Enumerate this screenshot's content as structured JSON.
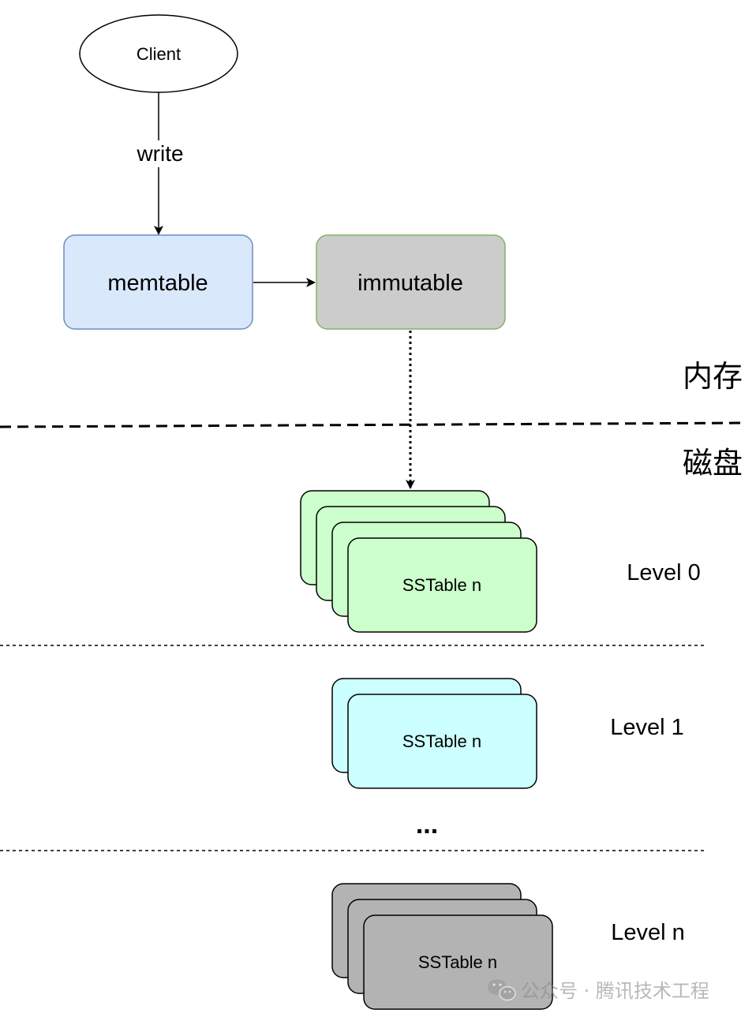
{
  "client": {
    "label": "Client"
  },
  "edges": {
    "write_label": "write"
  },
  "memtable": {
    "label": "memtable"
  },
  "immutable": {
    "label": "immutable"
  },
  "regions": {
    "memory": "内存",
    "disk": "磁盘"
  },
  "levels": [
    {
      "label": "Level 0",
      "stack_label": "SSTable n",
      "fill": "#ccffcc"
    },
    {
      "label": "Level 1",
      "stack_label": "SSTable n",
      "fill": "#ccffff"
    },
    {
      "label": "Level n",
      "stack_label": "SSTable n",
      "fill": "#b3b3b3"
    }
  ],
  "ellipsis": "...",
  "colors": {
    "memtable_fill": "#dae8fc",
    "memtable_stroke": "#6c8ebf",
    "immutable_fill": "#cccccc",
    "immutable_stroke": "#82b366"
  },
  "watermark": {
    "icon": "wechat-icon",
    "text": "公众号 · 腾讯技术工程"
  }
}
